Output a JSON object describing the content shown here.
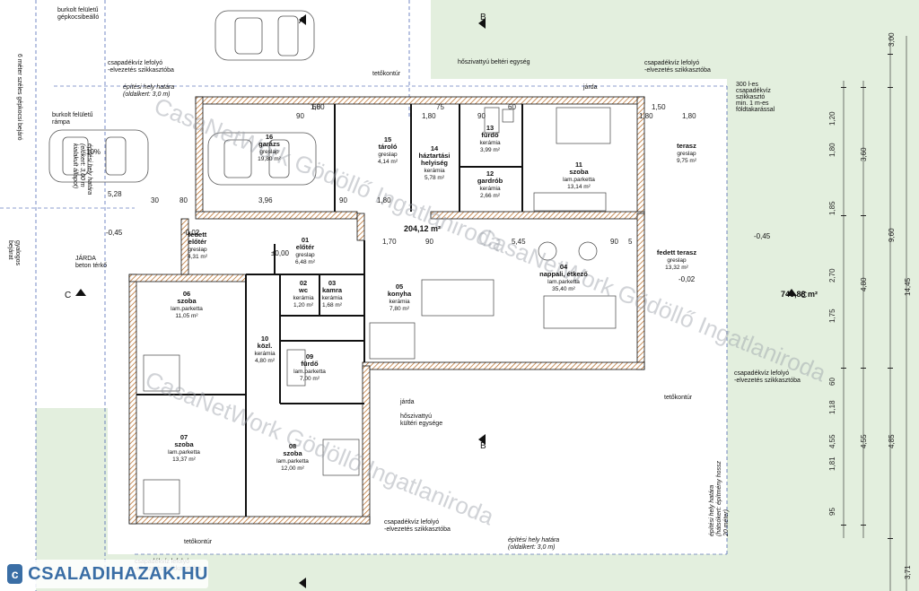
{
  "colors": {
    "plot": "#e3efde",
    "wall": "#111111",
    "hatch": "#b5651d",
    "dimension": "#1a3aa0",
    "watermark": "#9aa0a8"
  },
  "top_notes": {
    "parking": "burkolt felületű\ngépkocsibeálló",
    "gutter_left": "csapadékvíz lefolyó\n-elvezetés szikkasztóba",
    "heat_pump_indoor": "hőszivattyú beltéri egység",
    "gutter_right": "csapadékvíz lefolyó\n-elvezetés szikkasztóba",
    "roof_line": "tetőkontúr",
    "build_limit": "építési hely határa\n(oldalkert: 3,0 m)",
    "jarda": "járda",
    "absorber": "300 l-es\ncsapadékvíz\nszikkasztó\nmin. 1 m-es\nföldtakarással",
    "ramp": "burkolt felületű\nrámpa",
    "driveway": "6 méter széles gépkocsi bejáró",
    "build_limit_left": "építési hely határa\n(előkert: 3,00 m\nkialakult állapot)",
    "ramp_slope": "10%",
    "pedestrian": "gyalogos\nbejárat"
  },
  "rooms": [
    {
      "num": "16",
      "name": "garázs",
      "mat": "greslap",
      "area": "19,80 m²"
    },
    {
      "num": "15",
      "name": "tároló",
      "mat": "greslap",
      "area": "4,14 m²"
    },
    {
      "num": "14",
      "name": "háztartási\nhelyiség",
      "mat": "kerámia",
      "area": "5,78 m²"
    },
    {
      "num": "13",
      "name": "fürdő",
      "mat": "kerámia",
      "area": "3,99 m²"
    },
    {
      "num": "12",
      "name": "gardrób",
      "mat": "kerámia",
      "area": "2,66 m²"
    },
    {
      "num": "11",
      "name": "szoba",
      "mat": "lam.parketta",
      "area": "13,14 m²"
    },
    {
      "num": "",
      "name": "terasz",
      "mat": "greslap",
      "area": "9,75 m²"
    },
    {
      "num": "",
      "name": "fedett\nelőtér",
      "mat": "greslap",
      "area": "4,31 m²"
    },
    {
      "num": "01",
      "name": "előtér",
      "mat": "greslap",
      "area": "6,48 m²"
    },
    {
      "num": "02",
      "name": "wc",
      "mat": "kerámia",
      "area": "1,20 m²"
    },
    {
      "num": "03",
      "name": "kamra",
      "mat": "kerámia",
      "area": "1,68 m²"
    },
    {
      "num": "04",
      "name": "nappali, étkező",
      "mat": "lam.parketta",
      "area": "35,40 m²"
    },
    {
      "num": "05",
      "name": "konyha",
      "mat": "kerámia",
      "area": "7,80 m²"
    },
    {
      "num": "06",
      "name": "szoba",
      "mat": "lam.parketta",
      "area": "11,05 m²"
    },
    {
      "num": "10",
      "name": "közl.",
      "mat": "kerámia",
      "area": "4,80 m²"
    },
    {
      "num": "09",
      "name": "fürdő",
      "mat": "lam.parketta",
      "area": "7,00 m²"
    },
    {
      "num": "07",
      "name": "szoba",
      "mat": "lam.parketta",
      "area": "13,37 m²"
    },
    {
      "num": "08",
      "name": "szoba",
      "mat": "lam.parketta",
      "area": "12,00 m²"
    },
    {
      "num": "",
      "name": "fedett terasz",
      "mat": "greslap",
      "area": "13,32 m²"
    }
  ],
  "areas": {
    "gross": "204,12 m²",
    "plot": "746,88 m²"
  },
  "levels": {
    "zero": "±0,00",
    "l1": "-0,45",
    "l2": "-0,02",
    "l3": "-0,45",
    "l4": "-0,02"
  },
  "sections": {
    "a": "A",
    "b": "B",
    "c": "C"
  },
  "bottom_notes": {
    "heat_pump_outdoor": "hőszivattyú\nkültéri egysége",
    "gutter_bottom": "csapadékvíz lefolyó\n-elvezetés szikkasztóba",
    "gutter_bottom_left": "csapadékvíz lefolyó\n-elvezetés szikkasztóba",
    "gutter_right_low": "csapadékvíz lefolyó\n-elvezetés szikkasztóba",
    "build_limit_rear": "építési hely határa\n(oldalkert: 3,0 m)",
    "build_limit_side": "építési hely határa\n(hátsókert: építmény hossz\n20 méter)",
    "jarda_front": "JÁRDA\nbeton térkő",
    "roof_line": "tetőkontúr",
    "jarda": "járda"
  },
  "dims_top": [
    "1,80",
    "90",
    "60",
    "1,80",
    "75",
    "90",
    "60",
    "1,80",
    "1,50",
    "1,80"
  ],
  "dims_inner": [
    "3,96",
    "90",
    "1,80",
    "5,28",
    "30",
    "80",
    "1,70",
    "90",
    "5,45",
    "90",
    "5"
  ],
  "dims_right": [
    "3,00",
    "1,20",
    "1,80",
    "1,85",
    "2,70",
    "1,75",
    "60",
    "1,18",
    "4,55",
    "1,81",
    "95",
    "3,60",
    "4,80",
    "9,60",
    "14,45",
    "4,55",
    "4,85",
    "3,71"
  ],
  "watermark": {
    "line1": "CasaNetWork Gödöllő Ingatlaniroda",
    "line2": "CasaNetWork Gödöllő Ingatlaniroda",
    "line3": "CasaNetWork Gödöllő Ingatlaniroda"
  },
  "logo": {
    "text": "CSALADIHAZAK.HU",
    "mark": "c"
  }
}
